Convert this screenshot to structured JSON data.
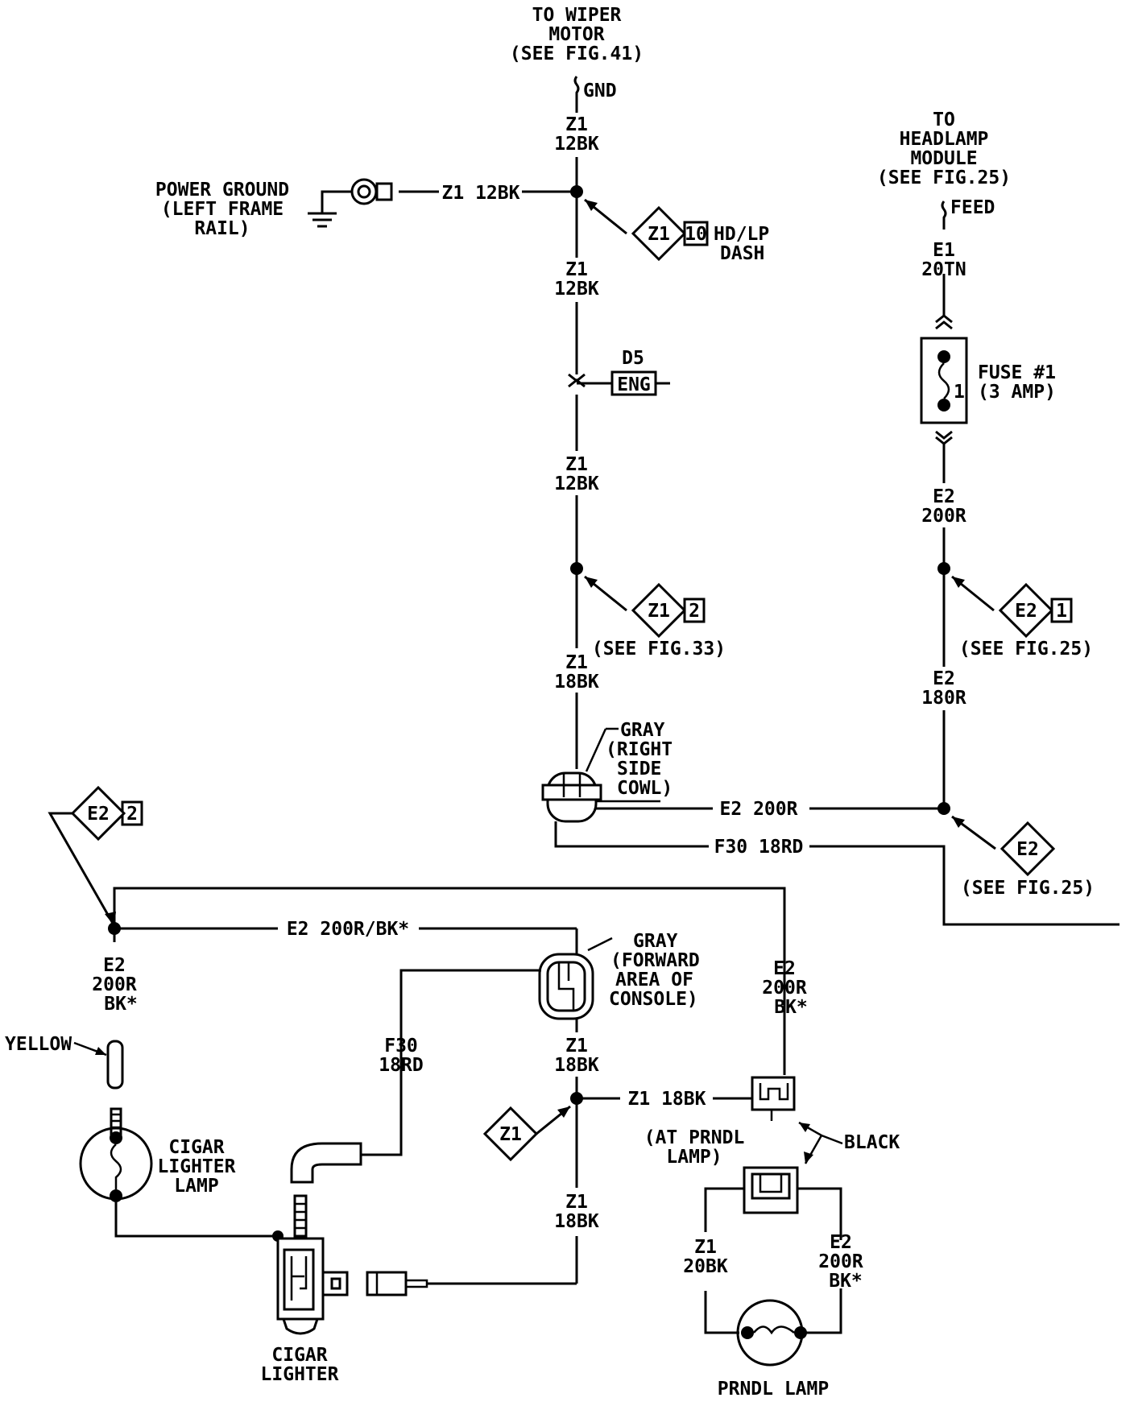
{
  "labels": {
    "wiper_1": "TO WIPER",
    "wiper_2": "MOTOR",
    "wiper_3": "(SEE FIG.41)",
    "gnd": "GND",
    "z1_a": "Z1",
    "bk12_a": "12BK",
    "pg_1": "POWER GROUND",
    "pg_2": "(LEFT FRAME",
    "pg_3": "RAIL)",
    "wire_z1_12bk": "Z1 12BK",
    "conn_z1": "Z1",
    "conn_10": "10",
    "hdlp_1": "HD/LP",
    "hdlp_2": "DASH",
    "z1_b": "Z1",
    "bk12_b": "12BK",
    "d5": "D5",
    "eng": "ENG",
    "z1_c": "Z1",
    "bk12_c": "12BK",
    "conn_z1_b": "Z1",
    "conn_2": "2",
    "see33": "(SEE FIG.33)",
    "z1_d": "Z1",
    "bk18_d": "18BK",
    "gray1_1": "GRAY",
    "gray1_2": "(RIGHT",
    "gray1_3": "SIDE",
    "gray1_4": "COWL)",
    "hl_1": "TO",
    "hl_2": "HEADLAMP",
    "hl_3": "MODULE",
    "hl_4": "(SEE FIG.25)",
    "feed": "FEED",
    "e1": "E1",
    "tn20": "20TN",
    "fuse_1": "FUSE #1",
    "fuse_2": "(3 AMP)",
    "fuse_num": "1",
    "e2_a": "E2",
    "or20_a": "200R",
    "conn_e2": "E2",
    "conn_1": "1",
    "see25_a": "(SEE FIG.25)",
    "e2_b": "E2",
    "or18_b": "180R",
    "wire_e2_200r": "E2 200R",
    "wire_f30_18rd": "F30 18RD",
    "conn_e2_b": "E2",
    "see25_b": "(SEE FIG.25)",
    "conn_e2_c": "E2",
    "conn_2b": "2",
    "wire_e2_200rbk": "E2 200R/BK*",
    "e2_c": "E2",
    "or20_c": "200R",
    "bk_c": "BK*",
    "gray2_1": "GRAY",
    "gray2_2": "(FORWARD",
    "gray2_3": "AREA OF",
    "gray2_4": "CONSOLE)",
    "e2_d": "E2",
    "or20_d": "200R",
    "bk_d": "BK*",
    "yellow": "YELLOW",
    "f30": "F30",
    "rd18": "18RD",
    "z1_e": "Z1",
    "bk18_e": "18BK",
    "wire_z1_18bk": "Z1 18BK",
    "conn_z1_c": "Z1",
    "cl_1": "CIGAR",
    "cl_2": "LIGHTER",
    "cl_3": "LAMP",
    "prndl_at_1": "(AT PRNDL",
    "prndl_at_2": "LAMP)",
    "black": "BLACK",
    "z1_f": "Z1",
    "bk18_f": "18BK",
    "z1_g": "Z1",
    "bk20_g": "20BK",
    "e2_h": "E2",
    "or20_h": "200R",
    "bk_h": "BK*",
    "cig_1": "CIGAR",
    "cig_2": "LIGHTER",
    "prndl": "PRNDL LAMP"
  }
}
